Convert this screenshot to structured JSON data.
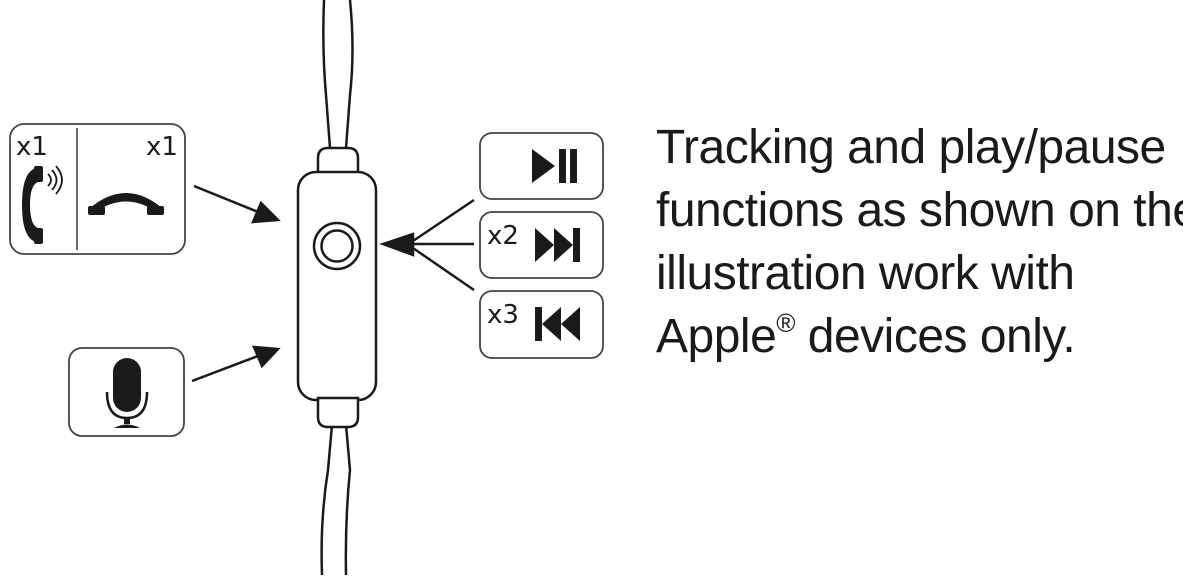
{
  "call_box": {
    "answer_count": "x1",
    "hangup_count": "x1",
    "answer_icon": "phone-ringing-icon",
    "hangup_icon": "phone-hangup-icon"
  },
  "mic_box": {
    "icon": "microphone-icon"
  },
  "track_box": {
    "play_pause_icon": "play-pause-icon",
    "next_count": "x2",
    "next_icon": "next-track-icon",
    "prev_count": "x3",
    "prev_icon": "previous-track-icon"
  },
  "caption": {
    "line1": "Tracking and play/pause",
    "line2": "functions as shown on the",
    "line3": "illustration work with",
    "line4_pre": "Apple",
    "line4_sup": "®",
    "line4_post": " devices only."
  },
  "colors": {
    "ink": "#1a1a1a",
    "box_border": "#444444",
    "background": "#ffffff"
  }
}
